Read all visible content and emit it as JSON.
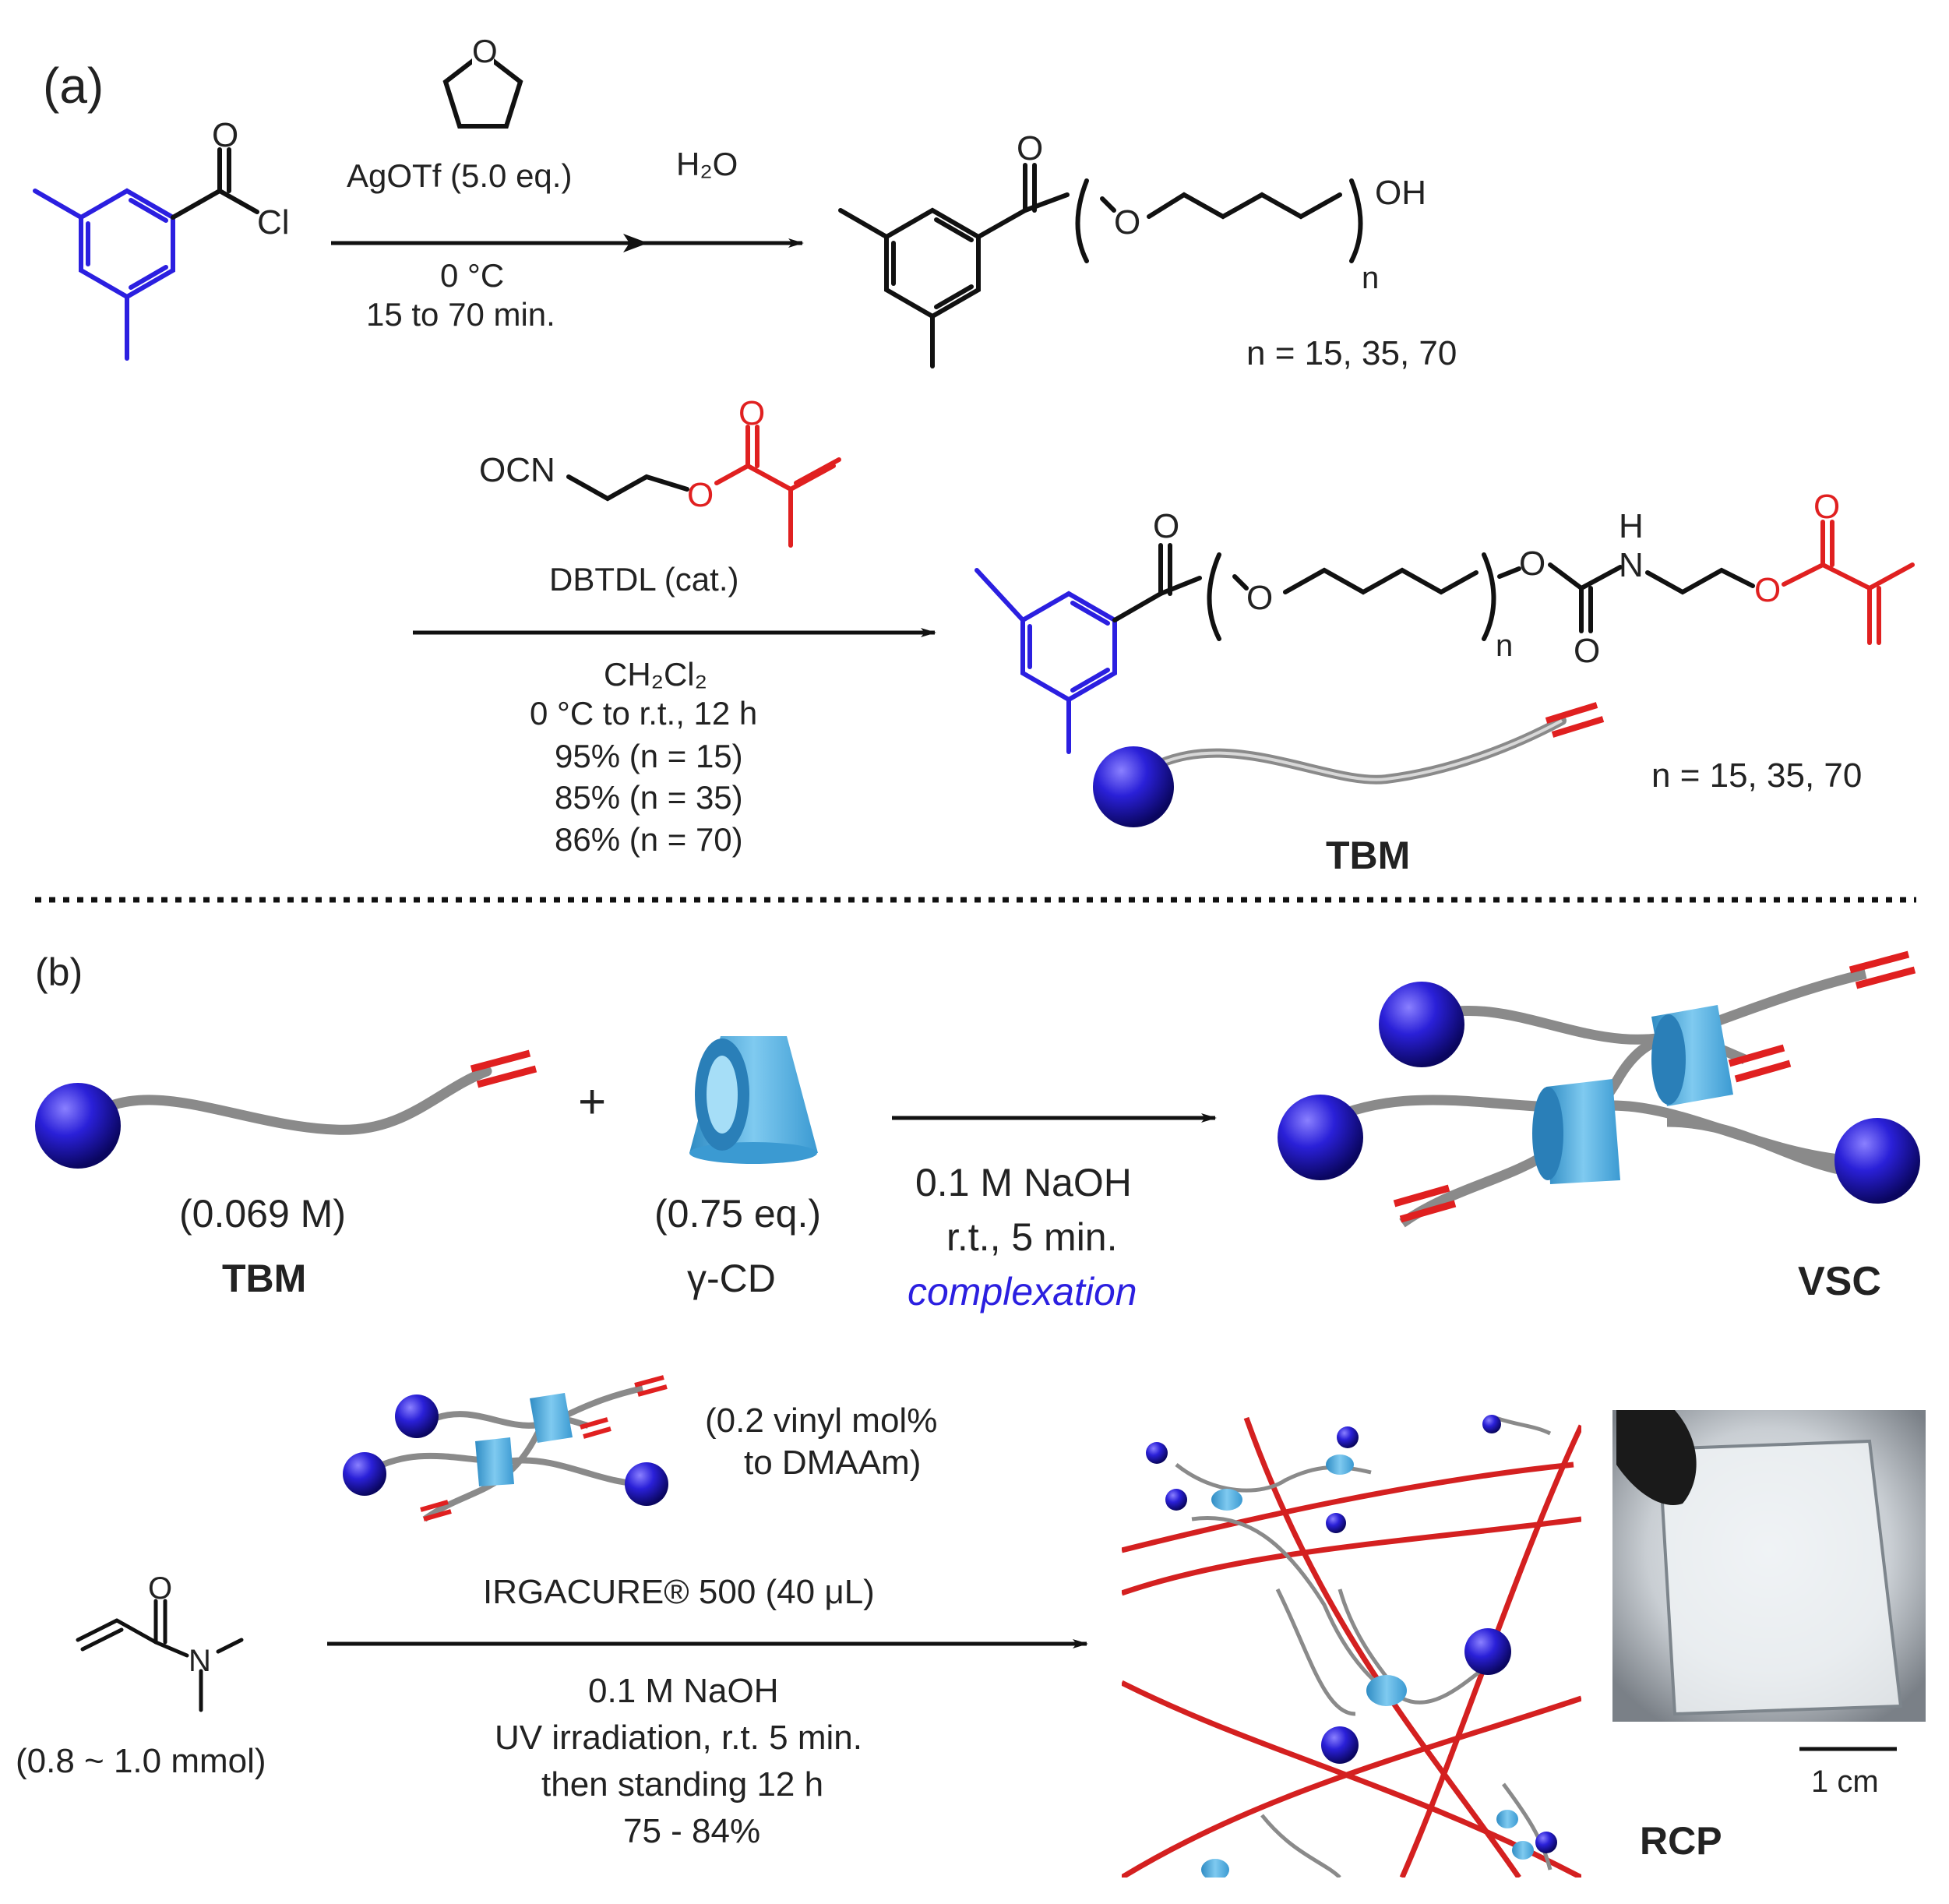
{
  "panel_a": {
    "label": "(a)",
    "start_chlorine": "Cl",
    "start_oxygen": "O",
    "thf_oxygen": "O",
    "step1": {
      "reagent": "AgOTf (5.0 eq.)",
      "water": "H₂O",
      "temperature": "0 °C",
      "time": "15 to 70 min."
    },
    "product1": {
      "carbonyl_o": "O",
      "ether_o": "O",
      "terminal": "OH",
      "n_sub": "n",
      "n_values": "n = 15, 35, 70"
    },
    "step2": {
      "isocyanate": "OCN",
      "isocyanate_o1": "O",
      "isocyanate_o2": "O",
      "catalyst": "DBTDL (cat.)",
      "solvent": "CH₂Cl₂",
      "conditions": "0 °C to r.t., 12 h",
      "yields": [
        "95% (n = 15)",
        "85% (n = 35)",
        "86% (n = 70)"
      ]
    },
    "product2": {
      "carbonyl_o": "O",
      "ether_o": "O",
      "urethane_o": "O",
      "urethane_nh": "H",
      "urethane_n": "N",
      "urethane_co": "O",
      "ester_o": "O",
      "ester_co": "O",
      "n_sub": "n",
      "n_values": "n = 15, 35, 70",
      "name": "TBM"
    }
  },
  "panel_b": {
    "label": "(b)",
    "tbm_conc": "(0.069 M)",
    "tbm_name": "TBM",
    "plus": "+",
    "cd_eq": "(0.75 eq.)",
    "cd_name": "γ-CD",
    "complex_cond1": "0.1 M NaOH",
    "complex_cond2": "r.t., 5 min.",
    "complex_word": "complexation",
    "vsc_name": "VSC",
    "vsc_amount_line1": "(0.2 vinyl  mol%",
    "vsc_amount_line2": "to DMAAm)",
    "dmaam_o": "O",
    "dmaam_n": "N",
    "dmaam_amount": "(0.8 ~ 1.0 mmol)",
    "initiator": "IRGACURE® 500 (40 μL)",
    "poly_conditions": [
      "0.1 M NaOH",
      "UV irradiation, r.t. 5 min.",
      "then standing 12 h",
      "75 - 84%"
    ],
    "scale": "1 cm",
    "rcp_name": "RCP"
  },
  "colors": {
    "blue_ring": "#2b1fe0",
    "red_group": "#e02020",
    "sphere": "#2a20d8",
    "cyclodextrin": "#5ab4e6",
    "axle": "#9a9a9a",
    "network": "#d42020"
  }
}
